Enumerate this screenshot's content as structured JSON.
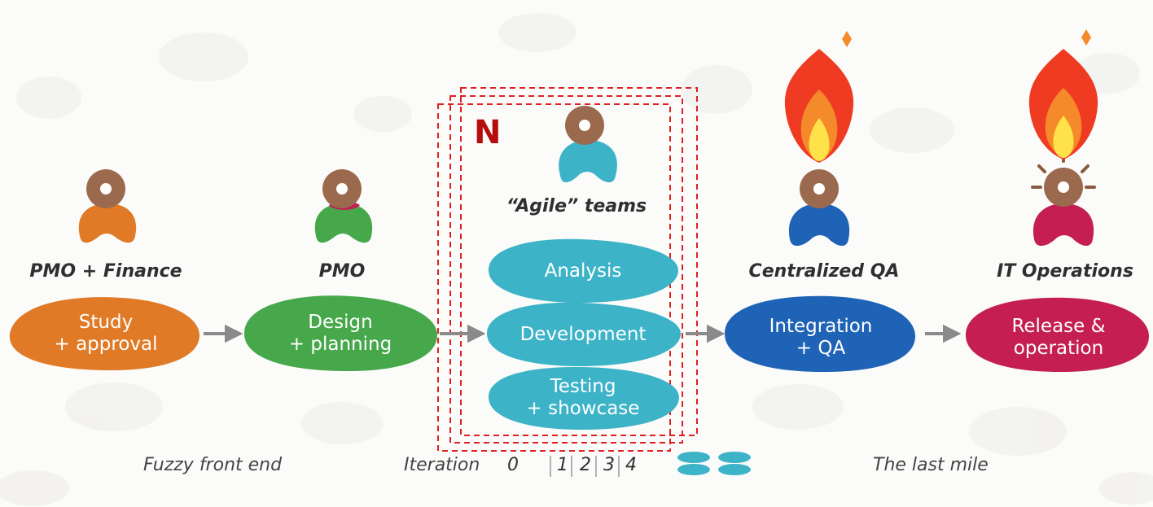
{
  "marker": "N",
  "roles": {
    "pmo_finance": "PMO + Finance",
    "pmo": "PMO",
    "agile": "“Agile” teams",
    "centralized_qa": "Centralized QA",
    "it_operations": "IT Operations"
  },
  "stages": {
    "study": [
      "Study",
      "+ approval"
    ],
    "design": [
      "Design",
      "+ planning"
    ],
    "analysis": [
      "Analysis"
    ],
    "development": [
      "Development"
    ],
    "testing": [
      "Testing",
      "+ showcase"
    ],
    "integration": [
      "Integration",
      "+ QA"
    ],
    "release": [
      "Release &",
      "operation"
    ]
  },
  "captions": {
    "fuzzy": "Fuzzy front end",
    "iteration_label": "Iteration",
    "iterations": [
      "0",
      "1",
      "2",
      "3",
      "4"
    ],
    "last_mile": "The last mile"
  },
  "colors": {
    "orange": "#e07a26",
    "green": "#46a84a",
    "teal": "#3cb3c7",
    "blue": "#1e63b5",
    "crimson": "#c41e52",
    "head": "#9b6a4e",
    "arrow": "#8a8a8a",
    "dashed": "#e02020",
    "fire_red": "#ee3b22",
    "fire_orange": "#f58a2a",
    "fire_yellow": "#ffe24a"
  }
}
